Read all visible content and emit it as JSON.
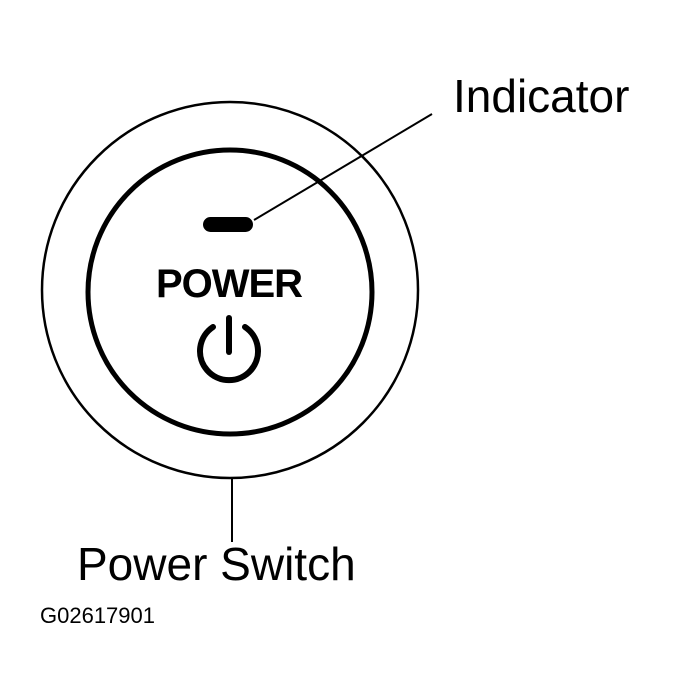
{
  "labels": {
    "indicator": "Indicator",
    "power_switch": "Power Switch",
    "button_text": "POWER",
    "figure_code": "G02617901"
  },
  "icons": {
    "power_symbol": "power-icon",
    "indicator_light": "indicator-light-icon"
  },
  "colors": {
    "ink": "#000000",
    "background": "#ffffff"
  }
}
